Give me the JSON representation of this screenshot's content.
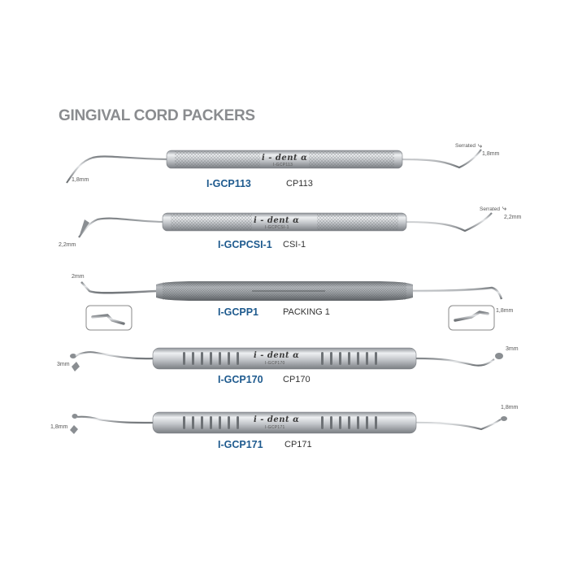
{
  "catalog": {
    "title": "GINGIVAL CORD PACKERS",
    "brand": "i - dent α",
    "instruments": [
      {
        "code": "I-GCP113",
        "model": "CP113",
        "etch": "I-GCP113",
        "left_size": "1,8mm",
        "right_size": "1,8mm",
        "right_note": "Serrated"
      },
      {
        "code": "I-GCPCSI-1",
        "model": "CSI-1",
        "etch": "I-GCPCSI-1",
        "left_size": "2,2mm",
        "right_size": "2,2mm",
        "right_note": "Serrated"
      },
      {
        "code": "I-GCPP1",
        "model": "PACKING 1",
        "left_size": "2mm",
        "right_size": "1,8mm"
      },
      {
        "code": "I-GCP170",
        "model": "CP170",
        "etch": "I-GCP170",
        "left_size": "3mm",
        "right_size": "3mm"
      },
      {
        "code": "I-GCP171",
        "model": "CP171",
        "etch": "I-GCP171",
        "left_size": "1,8mm",
        "right_size": "1,8mm"
      }
    ]
  },
  "colors": {
    "title": "#8a8c8f",
    "code": "#1e5a8e",
    "steel_light": "#e6e8ea",
    "steel_mid": "#b9bcc0",
    "steel_dark": "#7d8185"
  }
}
